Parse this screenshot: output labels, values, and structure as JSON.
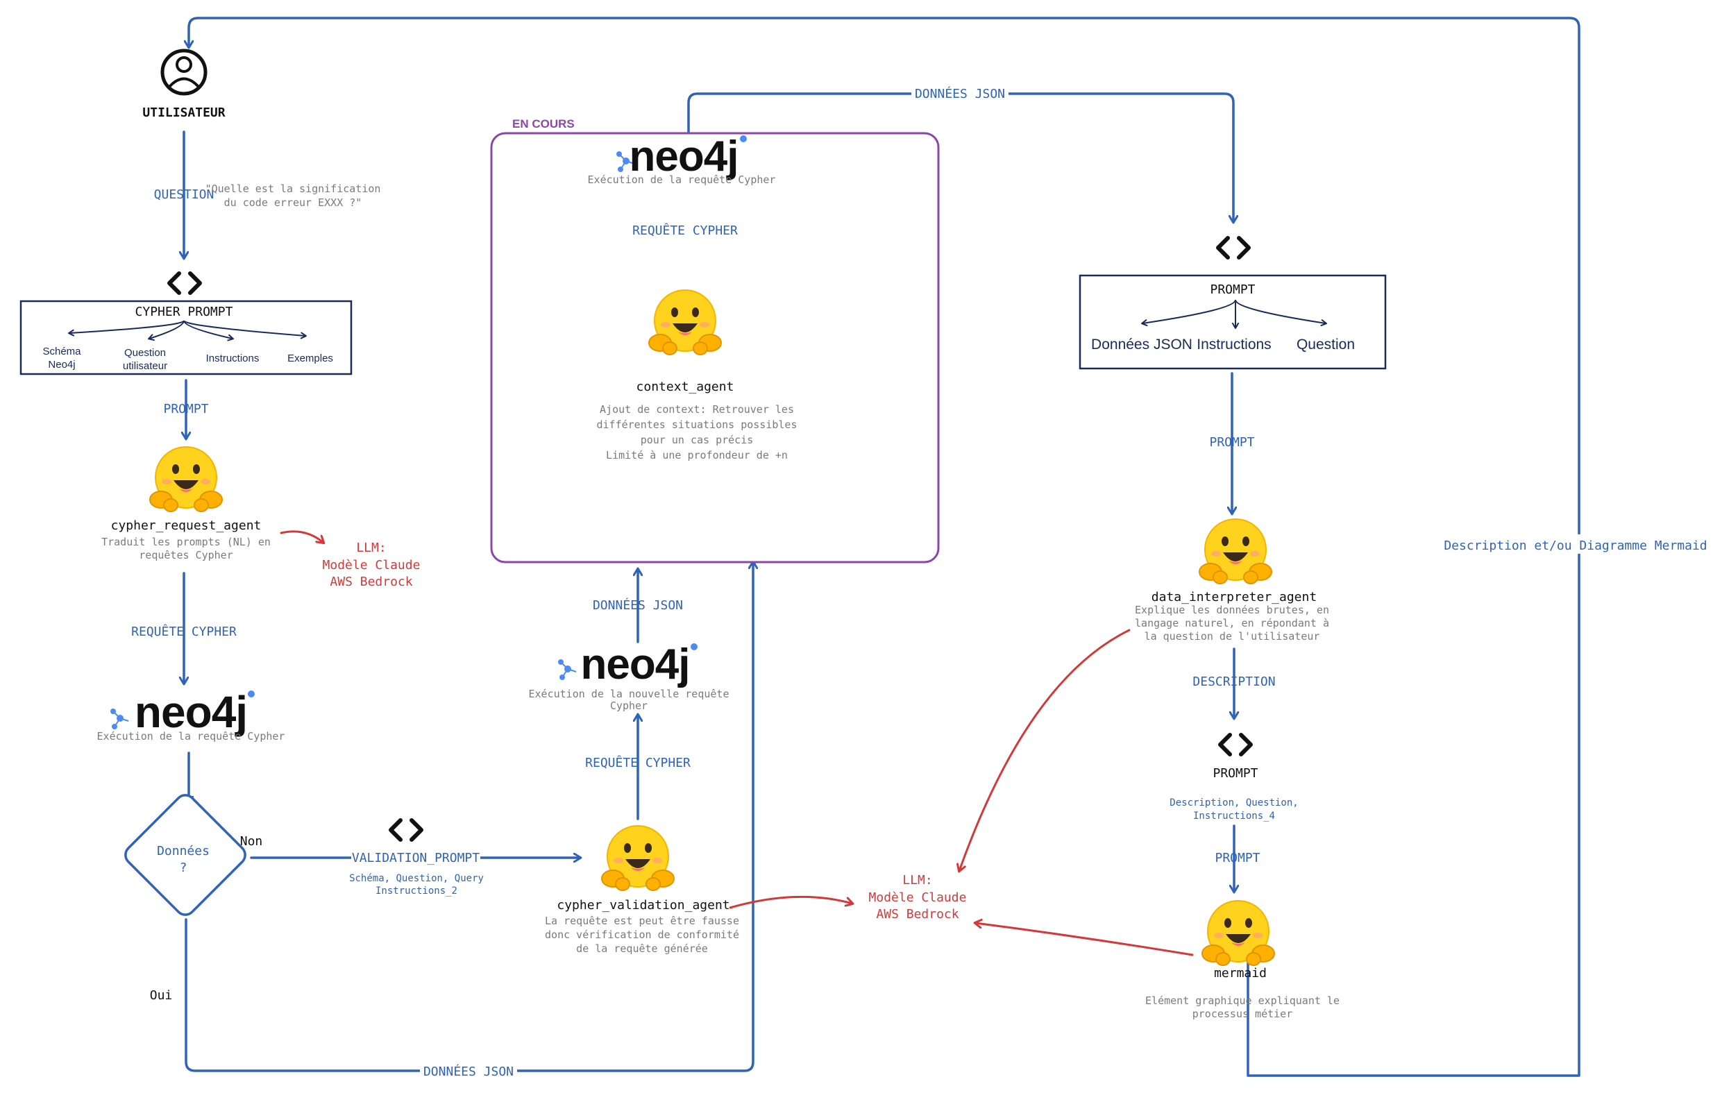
{
  "user": {
    "title": "UTILISATEUR"
  },
  "question": {
    "label": "QUESTION",
    "example_line1": "\"Quelle est la signification",
    "example_line2": "du code erreur EXXX ?\""
  },
  "cypher_prompt": {
    "title": "CYPHER PROMPT",
    "items": [
      {
        "line1": "Schéma",
        "line2": "Neo4j"
      },
      {
        "line1": "Question",
        "line2": "utilisateur"
      },
      {
        "line1": "Instructions",
        "line2": ""
      },
      {
        "line1": "Exemples",
        "line2": ""
      }
    ]
  },
  "edge_labels": {
    "prompt_1": "PROMPT",
    "requete_cypher_1": "REQUÊTE CYPHER",
    "non": "Non",
    "oui": "Oui",
    "validation_prompt": "VALIDATION_PROMPT",
    "validation_sub1": "Schéma, Question, Query",
    "validation_sub2": "Instructions_2",
    "donnees_json_bottom": "DONNÉES JSON",
    "requete_cypher_2": "REQUÊTE CYPHER",
    "donnees_json_mid": "DONNÉES JSON",
    "requete_cypher_3": "REQUÊTE CYPHER",
    "donnees_json_top": "DONNÉES JSON",
    "prompt_2": "PROMPT",
    "description": "DESCRIPTION",
    "prompt_3": "PROMPT",
    "description_right": "Description et/ou Diagramme Mermaid"
  },
  "cypher_request_agent": {
    "name": "cypher_request_agent",
    "desc1": "Traduit les prompts (NL) en",
    "desc2": "requêtes Cypher"
  },
  "llm_1": {
    "line1": "LLM:",
    "line2": "Modèle Claude",
    "line3": "AWS Bedrock"
  },
  "neo4j_1": {
    "logo": "neo4j",
    "caption": "Exécution de la requête Cypher"
  },
  "decision": {
    "line1": "Données",
    "line2": "?"
  },
  "cypher_validation_agent": {
    "name": "cypher_validation_agent",
    "desc1": "La requête est peut être fausse",
    "desc2": "donc vérification de conformité",
    "desc3": "de la requête générée"
  },
  "neo4j_2": {
    "logo": "neo4j",
    "caption1": "Exécution de la nouvelle requête",
    "caption2": "Cypher"
  },
  "en_cours": {
    "title": "EN COURS",
    "neo4j_logo": "neo4j",
    "neo4j_caption": "Exécution de la requête Cypher",
    "agent_name": "context_agent",
    "desc1": "Ajout de context: Retrouver les",
    "desc2": "différentes situations possibles",
    "desc3": "pour un cas précis",
    "desc4": "Limité à une profondeur de +n"
  },
  "prompt_box": {
    "title": "PROMPT",
    "item1": "Données JSON",
    "item2": "Instructions",
    "item3": "Question"
  },
  "data_interpreter_agent": {
    "name": "data_interpreter_agent",
    "desc1": "Explique les données brutes, en",
    "desc2": "langage naturel, en répondant à",
    "desc3": "la question de l'utilisateur"
  },
  "prompt_node": {
    "title": "PROMPT",
    "sub1": "Description, Question,",
    "sub2": "Instructions_4"
  },
  "mermaid": {
    "name": "mermaid",
    "desc1": "Elément graphique expliquant le",
    "desc2": "processus métier"
  },
  "llm_2": {
    "line1": "LLM:",
    "line2": "Modèle Claude",
    "line3": "AWS Bedrock"
  },
  "colors": {
    "blue": "#2f63b8",
    "red": "#d23a3a",
    "purple": "#8e44ad",
    "navy": "#1a2a5a",
    "emoji_yellow": "#ffd21e",
    "neo4j_dot": "#4a8bf5"
  }
}
